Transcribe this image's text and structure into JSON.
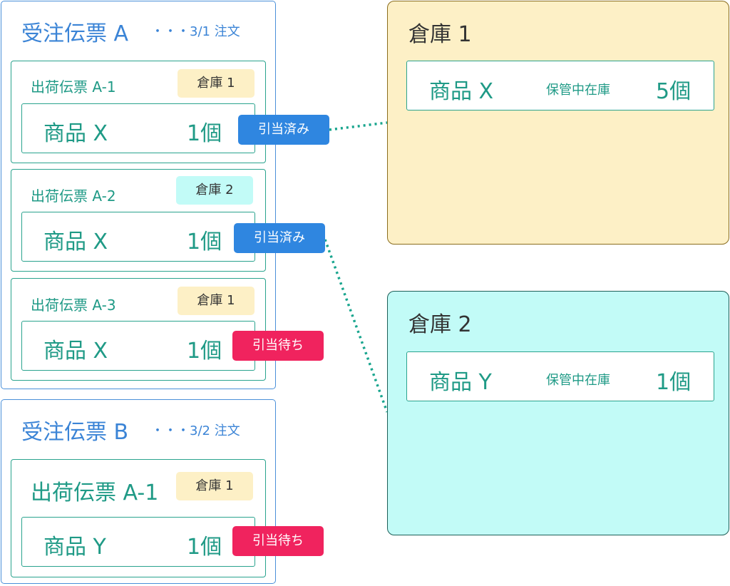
{
  "orders": [
    {
      "title": "受注伝票 A",
      "date": "・・・3/1 注文",
      "shipments": [
        {
          "title": "出荷伝票 A-1",
          "warehouse": "倉庫 1",
          "item": "商品 X",
          "qty": "1個",
          "status": "引当済み"
        },
        {
          "title": "出荷伝票 A-2",
          "warehouse": "倉庫 2",
          "item": "商品 X",
          "qty": "1個",
          "status": "引当済み"
        },
        {
          "title": "出荷伝票 A-3",
          "warehouse": "倉庫 1",
          "item": "商品 X",
          "qty": "1個",
          "status": "引当待ち"
        }
      ]
    },
    {
      "title": "受注伝票 B",
      "date": "・・・3/2 注文",
      "shipments": [
        {
          "title": "出荷伝票 A-1",
          "warehouse": "倉庫 1",
          "item": "商品 Y",
          "qty": "1個",
          "status": "引当待ち"
        }
      ]
    }
  ],
  "warehouses": [
    {
      "name": "倉庫 1",
      "stock_item": "商品 X",
      "stock_label": "保管中在庫",
      "stock_qty": "5個"
    },
    {
      "name": "倉庫 2",
      "stock_item": "商品 Y",
      "stock_label": "保管中在庫",
      "stock_qty": "1個"
    }
  ],
  "colors": {
    "order_border": "#4a90d9",
    "shipment_border": "#2aa38e",
    "allocated_badge": "#2f86e0",
    "waiting_badge": "#f0235e",
    "warehouse1_fill": "#fdf0c6",
    "warehouse1_border": "#8a6d1e",
    "warehouse2_fill": "#c2fbf7",
    "warehouse2_border": "#1d5f58",
    "connector": "#19a58e"
  }
}
